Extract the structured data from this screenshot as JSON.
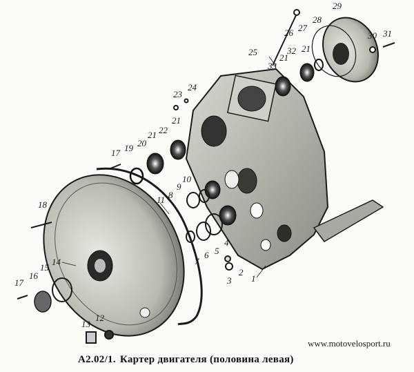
{
  "caption": {
    "code": "A2.02/1.",
    "text": "Картер двигателя (половина левая)"
  },
  "watermark": "www.motovelosport.ru",
  "part_labels": [
    "1",
    "2",
    "3",
    "4",
    "5",
    "6",
    "7",
    "8",
    "9",
    "10",
    "11",
    "12",
    "13",
    "14",
    "15",
    "16",
    "17",
    "17",
    "18",
    "19",
    "20",
    "21",
    "21",
    "21",
    "21",
    "22",
    "23",
    "24",
    "25",
    "26",
    "27",
    "28",
    "29",
    "30",
    "31",
    "32",
    "33"
  ],
  "colors": {
    "ink": "#1a1a1a",
    "paper": "#fbfbf8",
    "shade": "#9a9a92",
    "dark": "#3a3a36"
  }
}
